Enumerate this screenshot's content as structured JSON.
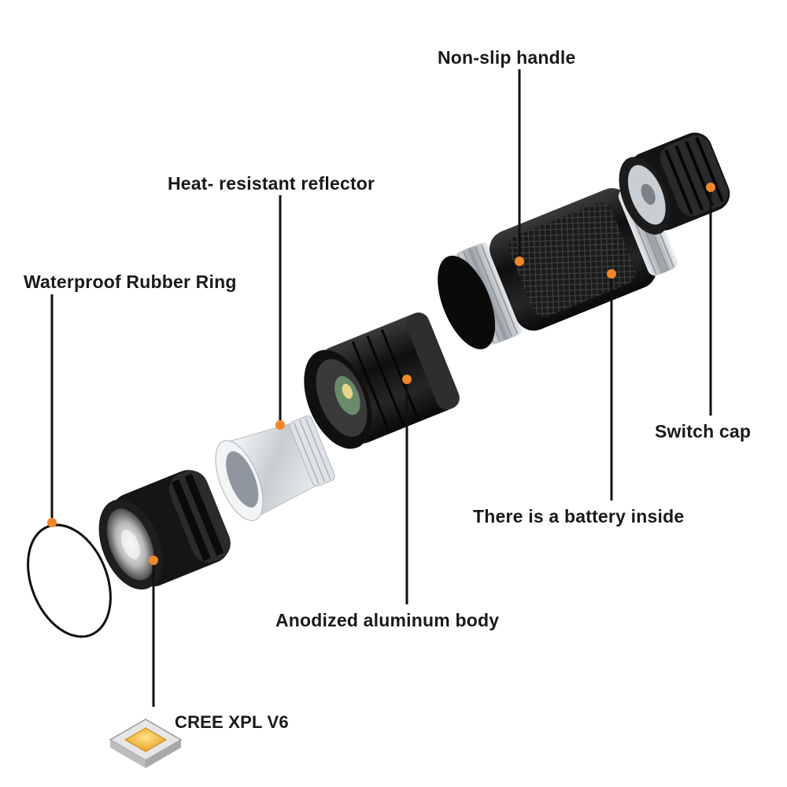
{
  "labels": {
    "non_slip_handle": "Non-slip handle",
    "heat_resistant_reflector": "Heat- resistant reflector",
    "waterproof_rubber_ring": "Waterproof Rubber Ring",
    "switch_cap": "Switch cap",
    "battery_inside": "There is a battery inside",
    "anodized_body": "Anodized aluminum body",
    "led_chip": "CREE XPL V6"
  },
  "colors": {
    "leader_line": "#111111",
    "marker_dot": "#f0882a",
    "metal_dark": "#1c1c1c",
    "aluminum": "#d9dde2",
    "led_yellow": "#f2b73a"
  }
}
